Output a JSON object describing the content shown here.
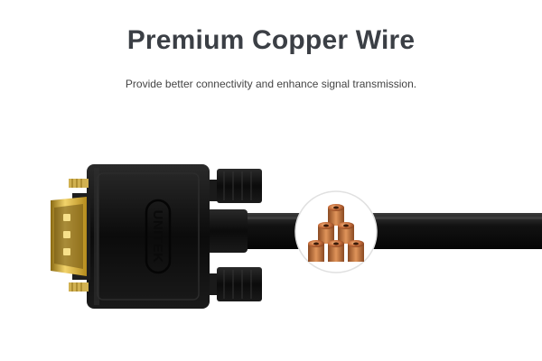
{
  "header": {
    "title": "Premium Copper Wire",
    "subtitle": "Provide better connectivity and enhance signal transmission."
  },
  "product": {
    "brand": "UNITEK",
    "cable_color": "#111111",
    "connector_contact_color": "#c9a227",
    "copper_color": "#c8703e"
  }
}
